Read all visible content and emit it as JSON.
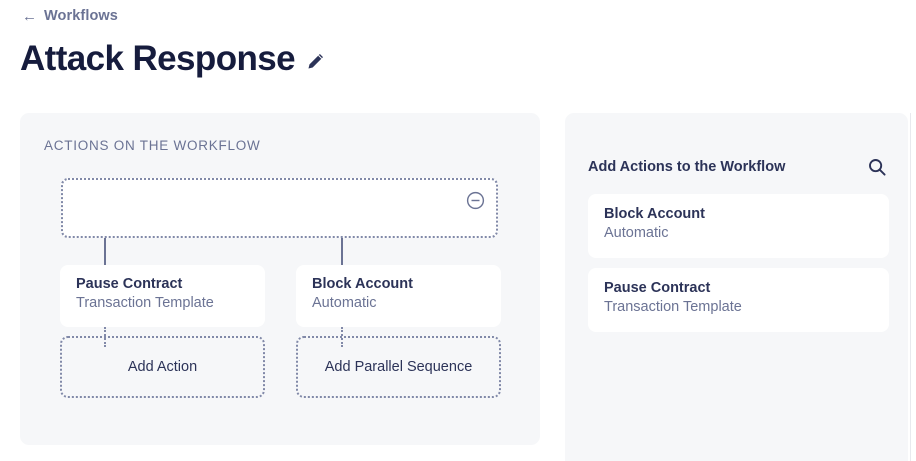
{
  "header": {
    "breadcrumb": {
      "icon": "arrow-left-icon",
      "glyph": "←",
      "label": "Workflows"
    },
    "title": "Attack Response",
    "edit_icon": "pencil-icon"
  },
  "left_panel": {
    "heading": "ACTIONS ON THE WORKFLOW",
    "root_node": {
      "label": "",
      "remove_icon": "minus-circle-icon"
    },
    "branches": [
      {
        "title": "Pause Contract",
        "subtitle": "Transaction Template",
        "add_label": "Add Action",
        "add_name": "add-action-button"
      },
      {
        "title": "Block Account",
        "subtitle": "Automatic",
        "add_label": "Add Parallel Sequence",
        "add_name": "add-parallel-sequence-button"
      }
    ]
  },
  "right_panel": {
    "title": "Add Actions to the Workflow",
    "search_icon": "search-icon",
    "items": [
      {
        "title": "Block Account",
        "subtitle": "Automatic"
      },
      {
        "title": "Pause Contract",
        "subtitle": "Transaction Template"
      }
    ]
  },
  "colors": {
    "page_background": "#ffffff",
    "panel_background": "#f6f7f9",
    "card_background": "#ffffff",
    "title_text": "#161c3d",
    "heading_text": "#2c3358",
    "muted_text": "#6b7394",
    "dotted_border": "#8189a8"
  }
}
